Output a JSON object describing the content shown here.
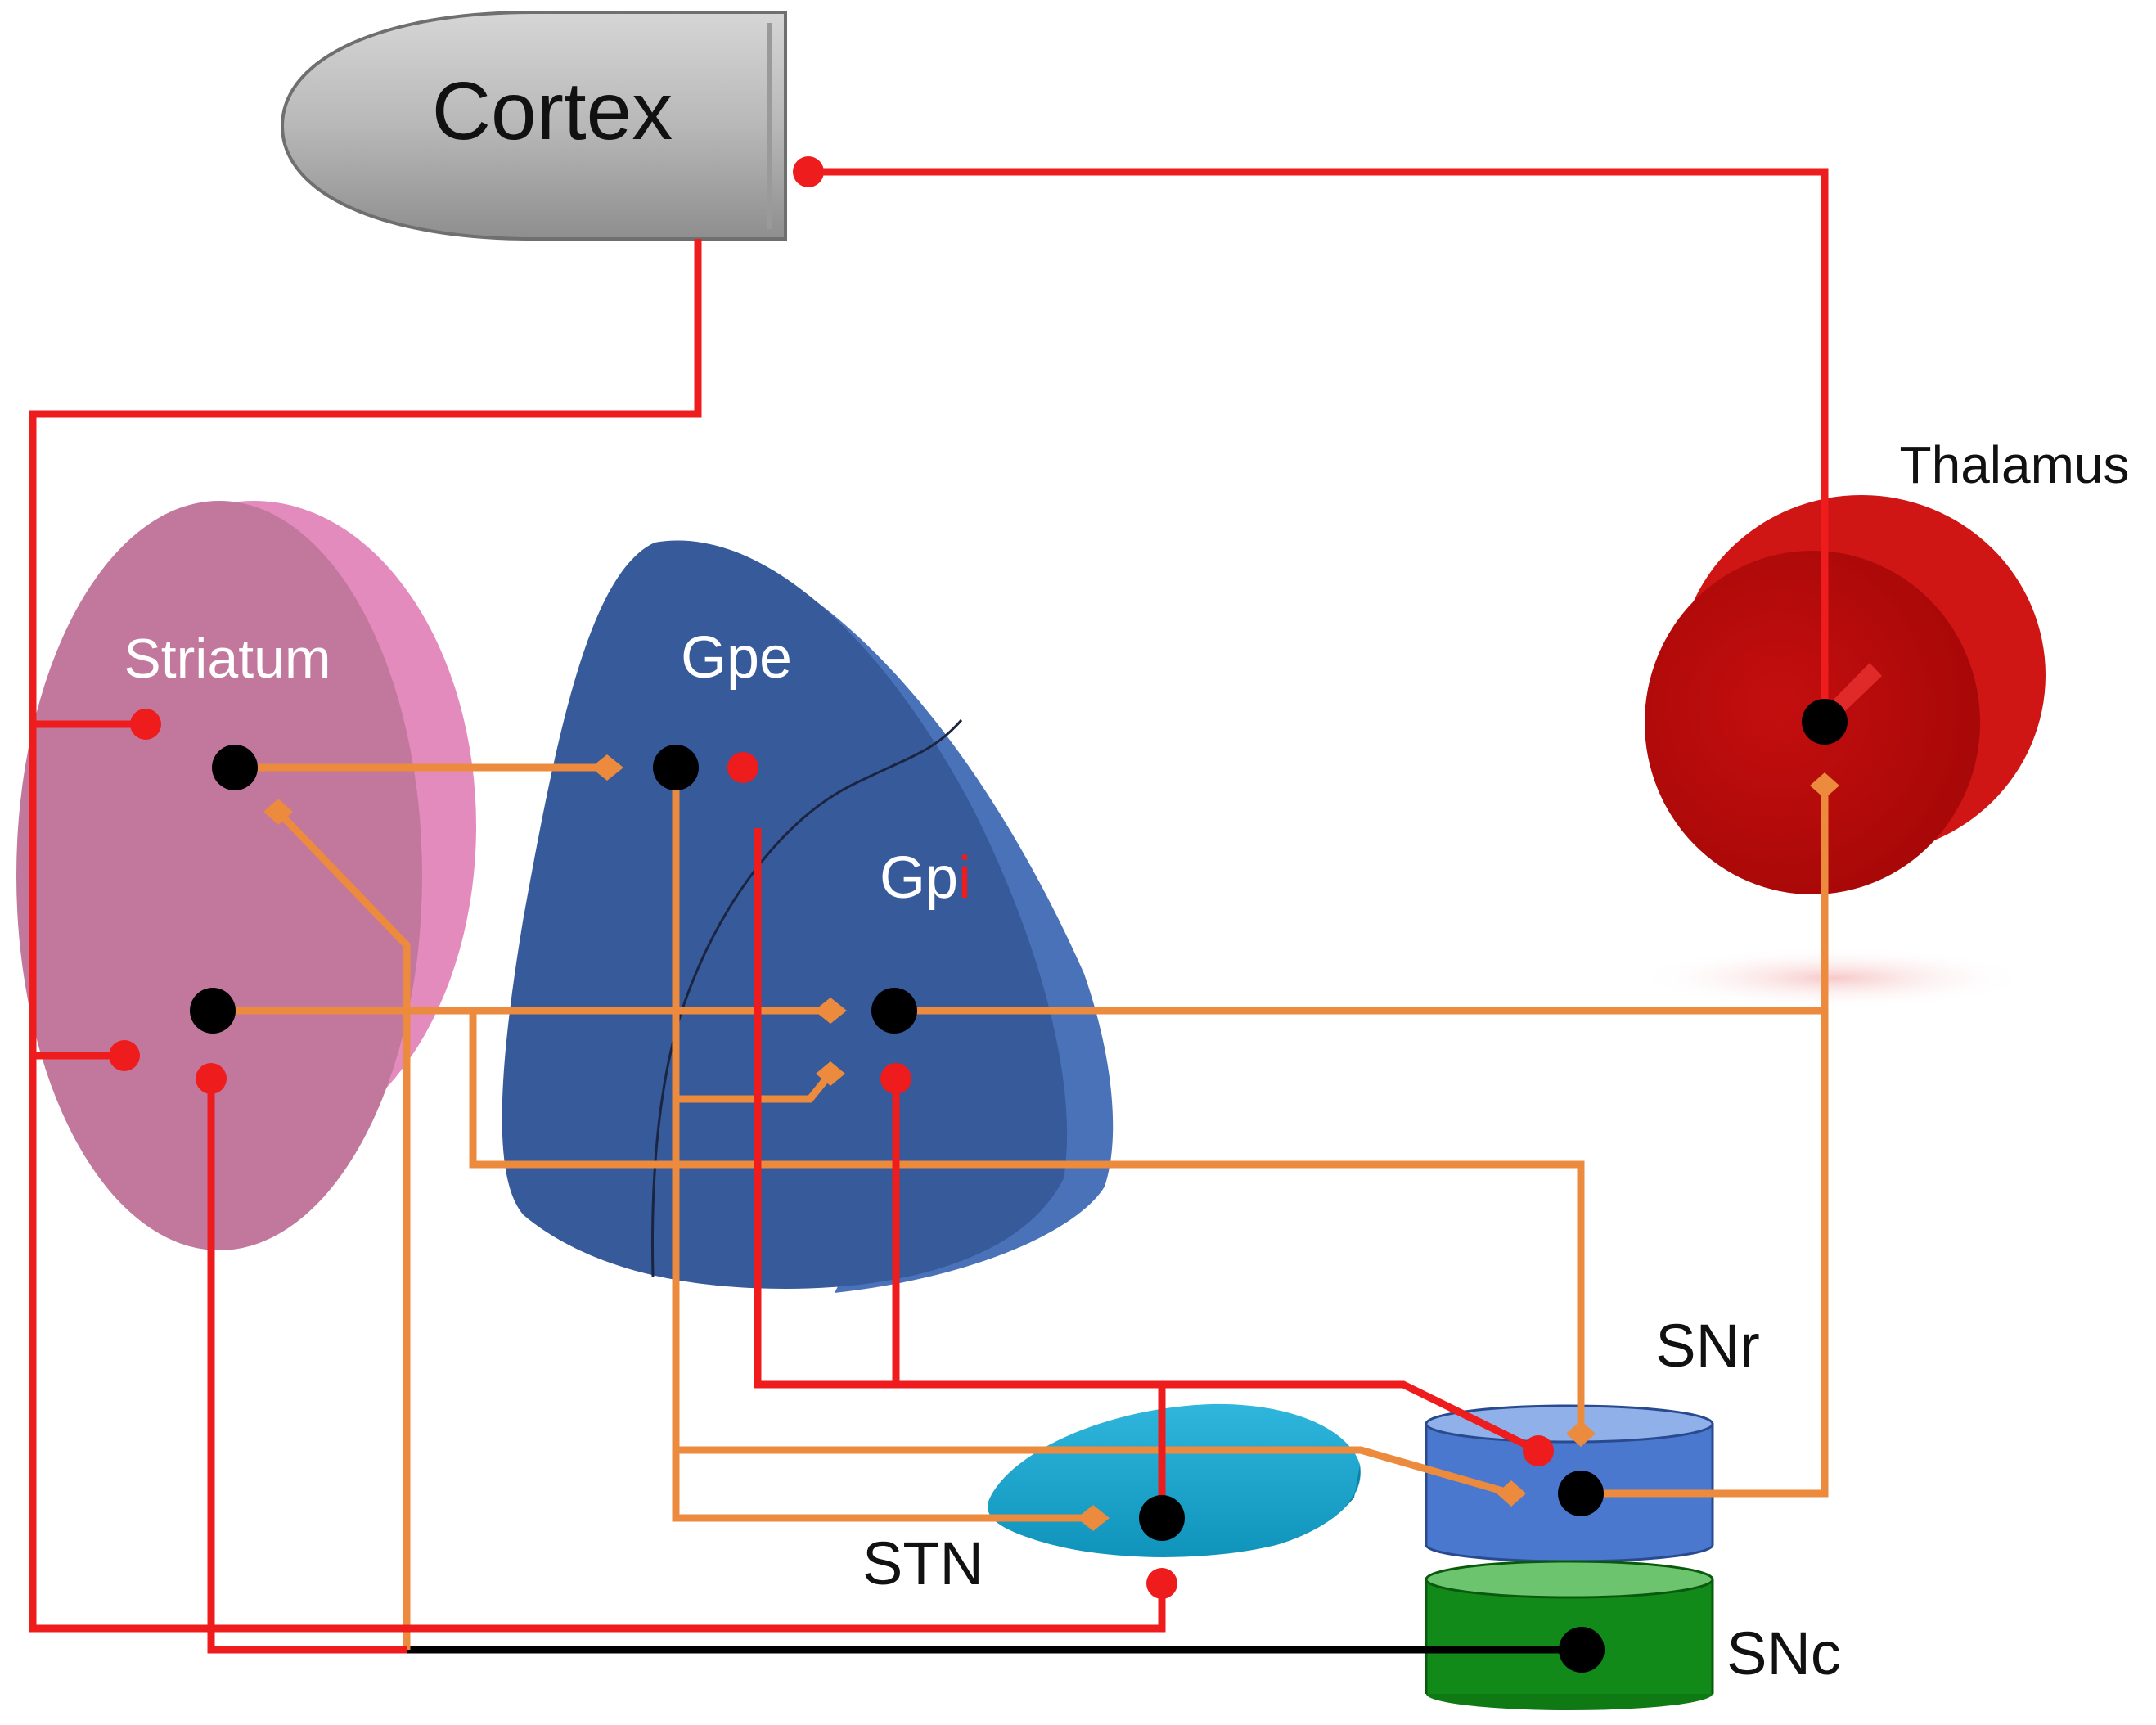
{
  "labels": {
    "cortex": "Cortex",
    "thalamus": "Thalamus",
    "striatum": "Striatum",
    "gpe": "Gpe",
    "gpi_main": "Gp",
    "gpi_accent": "i",
    "stn": "STN",
    "snr": "SNr",
    "snc": "SNc"
  },
  "colors": {
    "excitatory": "#ee1c1c",
    "inhibitory": "#ec8a3e",
    "dopaminergic": "#000000",
    "striatum": "#c77aa0",
    "globus_pallidus": "#3a5da0",
    "thalamus": "#c81010",
    "stn": "#1aa6cc",
    "snr": "#4a78cf",
    "snc": "#128a1a",
    "cortex": "#b8b8b8"
  },
  "connection_types": {
    "excitatory": "red line, round terminal",
    "inhibitory": "orange line, diamond terminal",
    "dopaminergic": "black line"
  }
}
